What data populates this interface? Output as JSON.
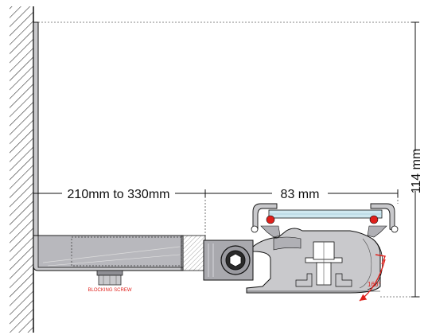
{
  "dimensions": {
    "projection": "210mm to 330mm",
    "width": "83 mm",
    "height": "114 mm"
  },
  "labels": {
    "blocking_screw": "BLOCKING SCREW",
    "rotation": "160°"
  },
  "colors": {
    "line": "#111111",
    "metal_fill": "#c9c9cc",
    "metal_dark": "#8f8f94",
    "glass": "#cfe8f0",
    "accent_red": "#e0201b"
  }
}
